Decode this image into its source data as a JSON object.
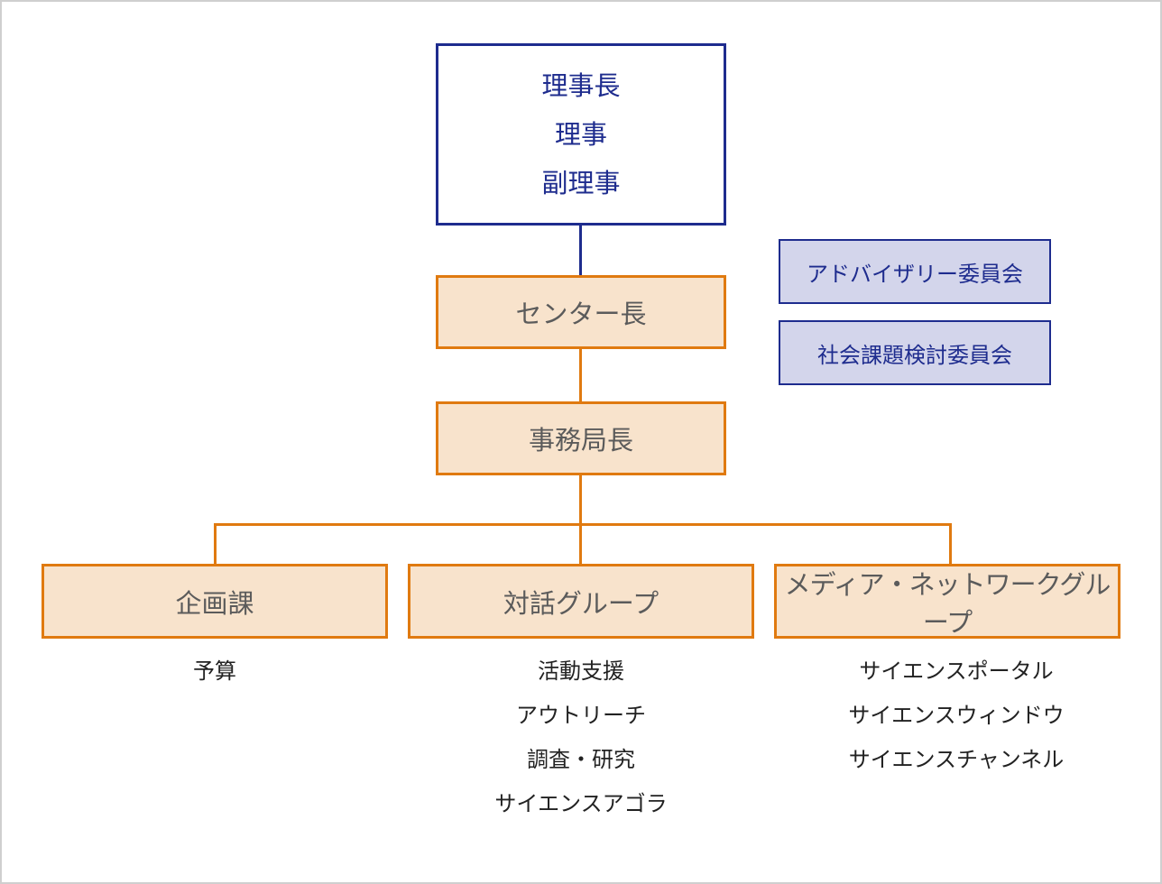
{
  "top": {
    "lines": [
      "理事長",
      "理事",
      "副理事"
    ]
  },
  "center_head": "センター長",
  "secretary_general": "事務局長",
  "committees": [
    "アドバイザリー委員会",
    "社会課題検討委員会"
  ],
  "departments": [
    {
      "name": "企画課",
      "items": [
        "予算"
      ]
    },
    {
      "name": "対話グループ",
      "items": [
        "活動支援",
        "アウトリーチ",
        "調査・研究",
        "サイエンスアゴラ"
      ]
    },
    {
      "name": "メディア・ネットワークグループ",
      "items": [
        "サイエンスポータル",
        "サイエンスウィンドウ",
        "サイエンスチャンネル"
      ]
    }
  ],
  "colors": {
    "navy": "#1e2c8e",
    "orange": "#e07a10",
    "orange_fill": "#f8e3cc",
    "committee_fill": "#d3d5eb"
  }
}
